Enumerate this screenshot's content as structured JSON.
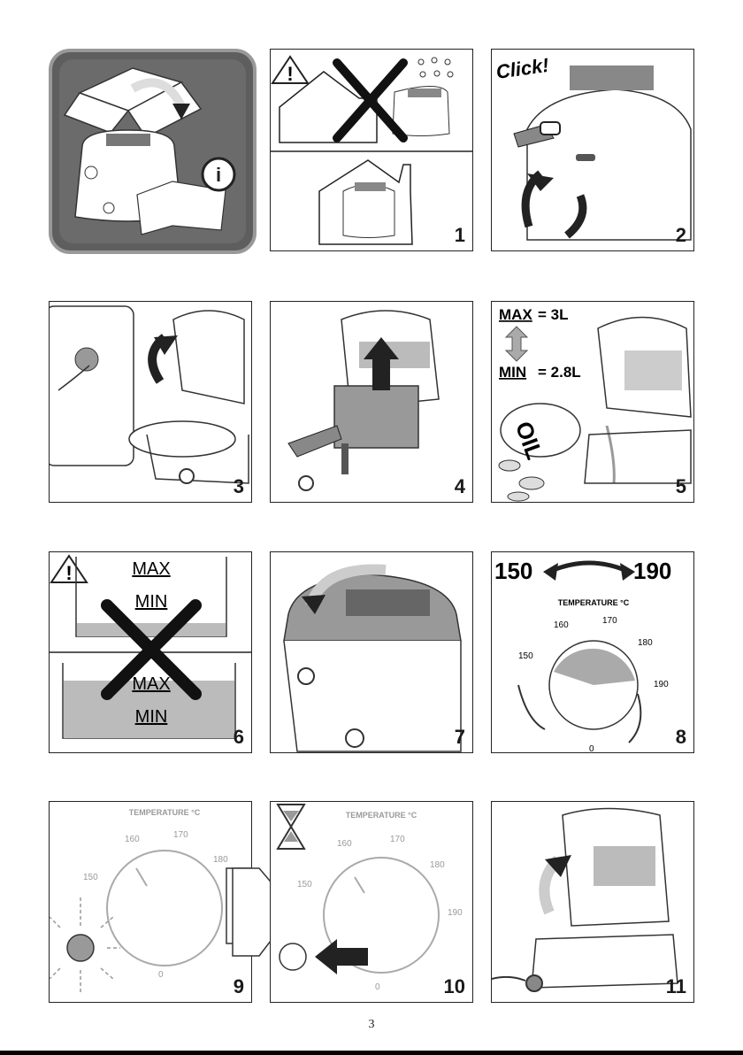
{
  "page_number": "3",
  "colors": {
    "fill_gray": "#a9a9a9",
    "outline": "#222222",
    "intro_bg": "#5e5e5e"
  },
  "steps": [
    {
      "number": "1",
      "text": []
    },
    {
      "number": "2",
      "text": [
        "Click!"
      ]
    },
    {
      "number": "3",
      "text": []
    },
    {
      "number": "4",
      "text": []
    },
    {
      "number": "5",
      "text": [
        "MAX",
        "= 3L",
        "MIN",
        "= 2.8L",
        "OIL"
      ]
    },
    {
      "number": "6",
      "text": [
        "MAX",
        "MIN",
        "MAX",
        "MIN"
      ]
    },
    {
      "number": "7",
      "text": []
    },
    {
      "number": "8",
      "text": [
        "150",
        "190",
        "TEMPERATURE °C",
        "150",
        "160",
        "170",
        "180",
        "190",
        "0"
      ]
    },
    {
      "number": "9",
      "text": [
        "TEMPERATURE °C",
        "150",
        "160",
        "170",
        "180",
        "190",
        "0"
      ]
    },
    {
      "number": "10",
      "text": [
        "TEMPERATURE °C",
        "150",
        "160",
        "170",
        "180",
        "190",
        "0"
      ]
    },
    {
      "number": "11",
      "text": []
    }
  ],
  "icons": [
    "info-icon",
    "warning-icon",
    "cross-icon",
    "hourglass-icon",
    "arrow-icon",
    "rain-icon",
    "house-icon",
    "fryer-icon",
    "hand-icon",
    "light-icon"
  ]
}
